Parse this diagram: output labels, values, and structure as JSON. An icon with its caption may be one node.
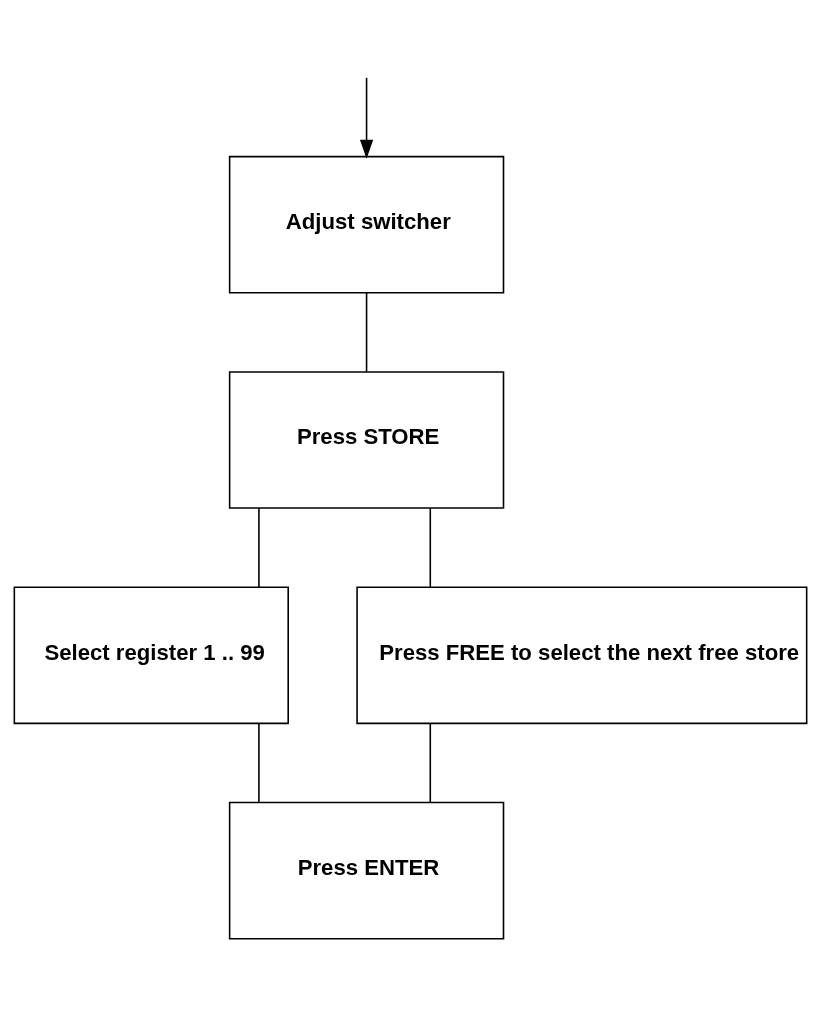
{
  "diagram": {
    "nodes": [
      {
        "text": [
          "Adjust switcher"
        ]
      },
      {
        "text": [
          "Press STORE"
        ]
      },
      {
        "text": [
          "Select register 1 .. 99"
        ]
      },
      {
        "text": [
          "Press FREE to select the next free store"
        ]
      },
      {
        "text": [
          "Press ENTER"
        ]
      }
    ],
    "edges": [
      {
        "from": null,
        "to": 0,
        "arrow": "to"
      },
      {
        "from": 0,
        "to": 1,
        "arrow": "none"
      },
      {
        "from": 1,
        "to": 2,
        "arrow": "none"
      },
      {
        "from": 1,
        "to": 3,
        "arrow": "none"
      },
      {
        "from": 2,
        "to": 4,
        "arrow": "none"
      },
      {
        "from": 3,
        "to": 4,
        "arrow": "none"
      }
    ]
  }
}
